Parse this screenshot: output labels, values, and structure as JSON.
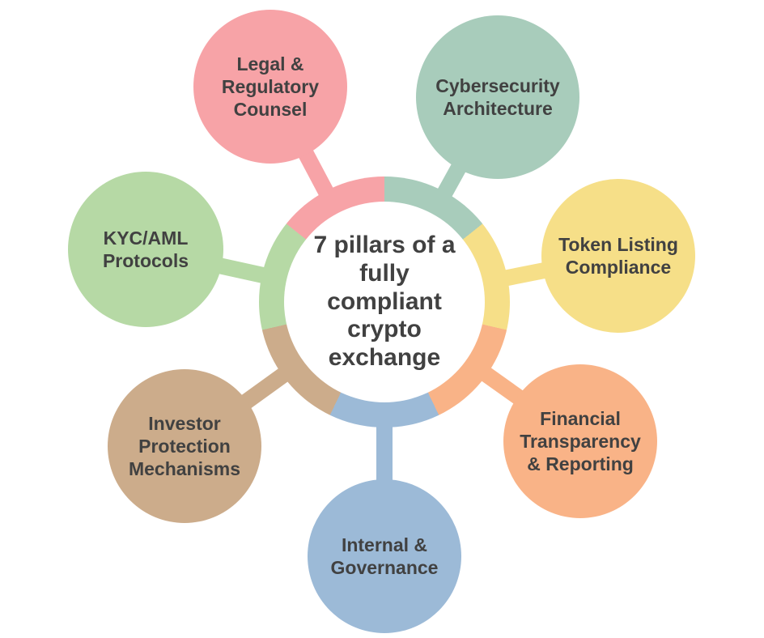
{
  "hub": {
    "title": "7 pillars of a\nfully\ncompliant\ncrypto\nexchange"
  },
  "pillars": [
    {
      "id": "legal",
      "label": "Legal &\nRegulatory\nCounsel",
      "color": "#F7A3A7"
    },
    {
      "id": "cyber",
      "label": "Cybersecurity\nArchitecture",
      "color": "#A8CCBB"
    },
    {
      "id": "token",
      "label": "Token Listing\nCompliance",
      "color": "#F6DF88"
    },
    {
      "id": "financial",
      "label": "Financial\nTransparency\n& Reporting",
      "color": "#F9B387"
    },
    {
      "id": "internal",
      "label": "Internal &\nGovernance",
      "color": "#9CBAD7"
    },
    {
      "id": "investor",
      "label": "Investor\nProtection\nMechanisms",
      "color": "#CCAC8B"
    },
    {
      "id": "kyc",
      "label": "KYC/AML\nProtocols",
      "color": "#B6D9A5"
    }
  ],
  "ring": {
    "segment_order": [
      1,
      2,
      3,
      4,
      5,
      6,
      0
    ]
  },
  "colors": {
    "text": "#414141",
    "background": "#FFFFFF",
    "hub_inner": "#FFFFFF"
  }
}
